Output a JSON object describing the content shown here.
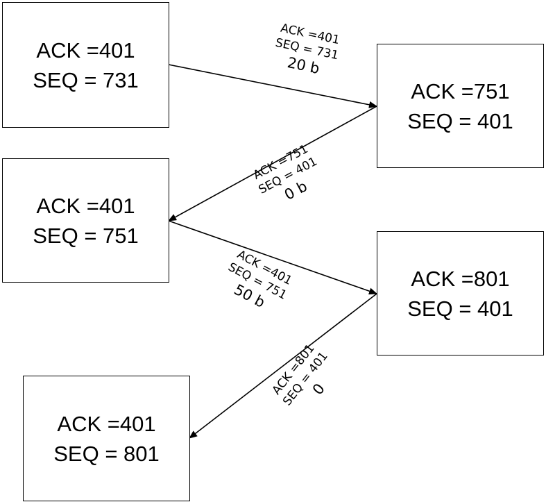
{
  "boxes": [
    {
      "ack": "ACK =401",
      "seq": "SEQ = 731"
    },
    {
      "ack": "ACK =751",
      "seq": "SEQ = 401"
    },
    {
      "ack": "ACK =401",
      "seq": "SEQ = 751"
    },
    {
      "ack": "ACK =801",
      "seq": "SEQ = 401"
    },
    {
      "ack": "ACK =401",
      "seq": "SEQ = 801"
    }
  ],
  "messages": [
    {
      "ack": "ACK =401",
      "seq": "SEQ = 731",
      "size": "20 b"
    },
    {
      "ack": "ACK =751",
      "seq": "SEQ = 401",
      "size": "0 b"
    },
    {
      "ack": "ACK =401",
      "seq": "SEQ = 751",
      "size": "50 b"
    },
    {
      "ack": "ACK =801",
      "seq": "SEQ = 401",
      "size": "0"
    }
  ]
}
